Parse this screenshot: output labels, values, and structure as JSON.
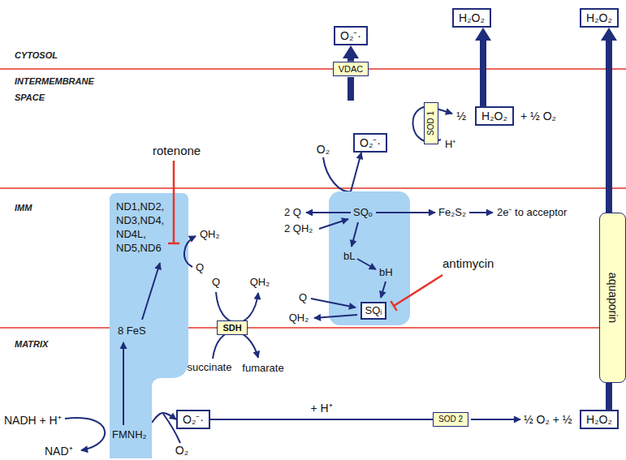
{
  "diagram": {
    "nodes": [
      {
        "text": [
          "O₂⁻·"
        ]
      },
      {
        "text": [
          "H₂O₂"
        ]
      },
      {
        "text": [
          "H₂O₂"
        ]
      },
      {
        "text": [
          "VDAC"
        ]
      },
      {
        "text": [
          "O₂⁻·"
        ]
      },
      {
        "text": [
          "SOD 1"
        ]
      },
      {
        "text": [
          "H₂O₂"
        ]
      },
      {
        "text": [
          "ND1,ND2, ND3,ND4, ND4L, ND5,ND6",
          "8 FeS",
          "FMNH₂"
        ]
      },
      {
        "text": [
          "SQₒ",
          "bL",
          "bH"
        ]
      },
      {
        "text": [
          "SQᵢ"
        ],
        "in": 8
      },
      {
        "text": [
          "aquaporin"
        ]
      },
      {
        "text": [
          "SDH"
        ]
      },
      {
        "text": [
          "O₂⁻·"
        ]
      },
      {
        "text": [
          "SOD 2"
        ]
      },
      {
        "text": [
          "H₂O₂"
        ]
      }
    ],
    "edges": [
      {
        "from": 3,
        "to": 0,
        "arrow": "to"
      },
      {
        "from": 6,
        "to": 1,
        "arrow": "to"
      },
      {
        "from": 10,
        "to": 2,
        "arrow": "to"
      },
      {
        "from": 14,
        "to": 10,
        "arrow": "none"
      },
      {
        "from": 8,
        "to": 4,
        "arrow": "to"
      },
      {
        "from": 7,
        "to": 12,
        "arrow": "to"
      },
      {
        "from": 12,
        "to": 13,
        "label": "+ H⁺",
        "arrow": "none"
      }
    ],
    "labels": [
      "CYTOSOL",
      "INTERMEMBRANE SPACE",
      "IMM",
      "MATRIX",
      "rotenone",
      "O₂",
      "H⁺",
      "½",
      "+ ½ O₂",
      "2 Q",
      "2 QH₂",
      "Fe₂S₂",
      "2e⁻ to acceptor",
      "antimycin",
      "QH₂",
      "Q",
      "Q",
      "QH₂",
      "Q",
      "QH₂",
      "succinate",
      "fumarate",
      "NADH + H⁺",
      "NAD⁺",
      "O₂",
      "½ O₂ + ½"
    ]
  }
}
